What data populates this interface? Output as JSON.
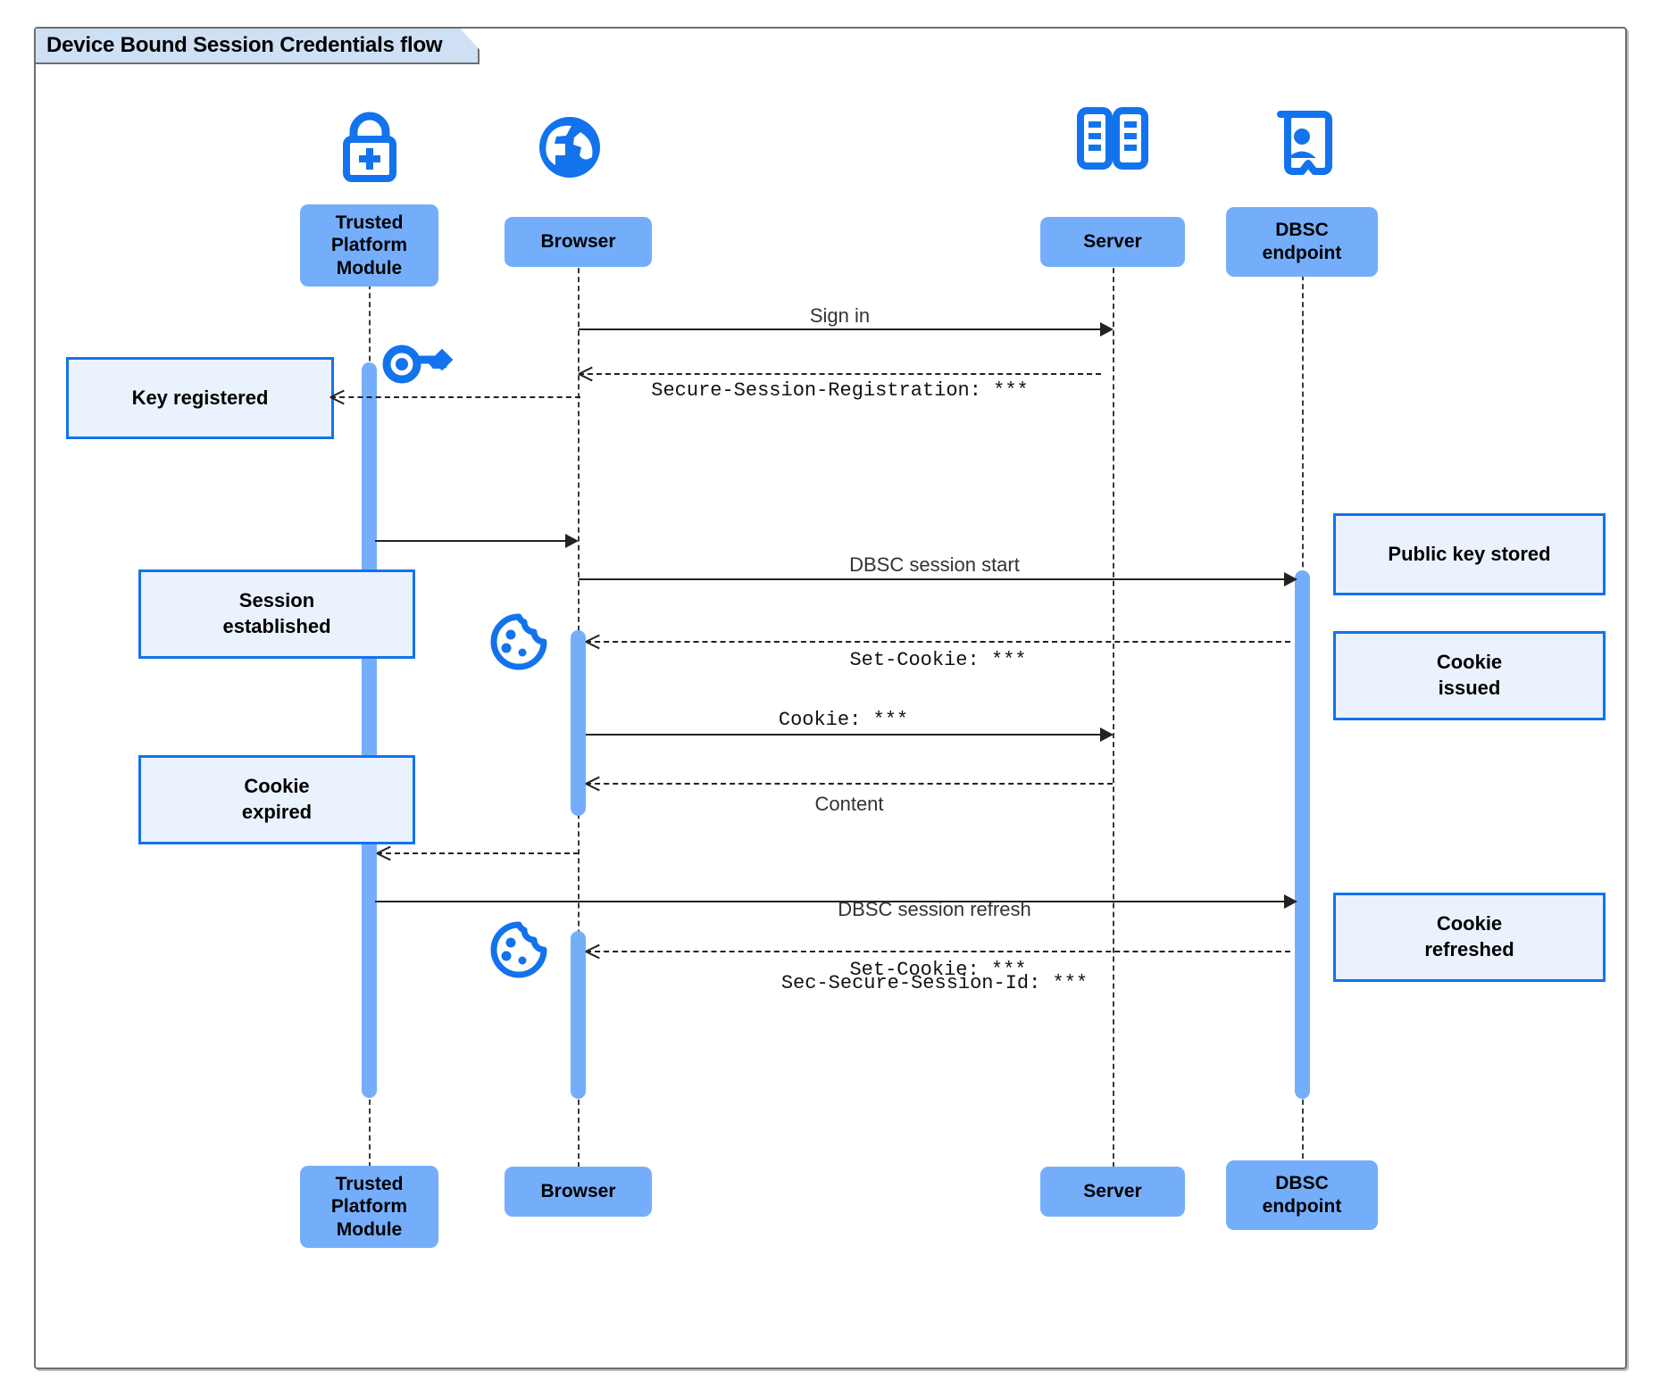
{
  "frame": {
    "title": "Device Bound Session Credentials flow"
  },
  "participants": [
    {
      "id": "tpm",
      "label": "Trusted\nPlatform\nModule",
      "icon": "padlock-plus-icon"
    },
    {
      "id": "browser",
      "label": "Browser",
      "icon": "globe-icon"
    },
    {
      "id": "server",
      "label": "Server",
      "icon": "server-rack-icon"
    },
    {
      "id": "dbsc",
      "label": "DBSC\nendpoint",
      "icon": "id-badge-icon"
    }
  ],
  "messages": [
    {
      "id": "m1",
      "label": "Sign in",
      "style": "solid",
      "from": "browser",
      "to": "server"
    },
    {
      "id": "m2",
      "label": "Secure-Session-Registration: ***",
      "style": "dotted",
      "from": "server",
      "to": "browser",
      "mono": true
    },
    {
      "id": "m3",
      "label": "",
      "style": "solid",
      "from": "tpm",
      "to": "browser"
    },
    {
      "id": "m4",
      "label": "DBSC session start",
      "style": "solid",
      "from": "browser",
      "to": "dbsc"
    },
    {
      "id": "m5",
      "label": "Set-Cookie: ***",
      "style": "dotted",
      "from": "dbsc",
      "to": "browser",
      "mono": true
    },
    {
      "id": "m6",
      "label": "Cookie: ***",
      "style": "solid",
      "from": "browser",
      "to": "server",
      "mono": true
    },
    {
      "id": "m7",
      "label": "Content",
      "style": "dotted",
      "from": "server",
      "to": "browser"
    },
    {
      "id": "m8",
      "label": "",
      "style": "dotted",
      "from": "browser",
      "to": "tpm"
    },
    {
      "id": "m9",
      "label_line1": "DBSC session refresh",
      "label_line2": "Sec-Secure-Session-Id: ***",
      "style": "solid",
      "from": "tpm",
      "to": "dbsc"
    },
    {
      "id": "m10",
      "label": "Set-Cookie: ***",
      "style": "dotted",
      "from": "dbsc",
      "to": "browser",
      "mono": true
    }
  ],
  "notes": [
    {
      "id": "n1",
      "text": "Key registered",
      "side": "left"
    },
    {
      "id": "n2",
      "text": "Session\nestablished",
      "side": "left"
    },
    {
      "id": "n3",
      "text": "Cookie\nexpired",
      "side": "left"
    },
    {
      "id": "n4",
      "text": "Public key stored",
      "side": "right"
    },
    {
      "id": "n5",
      "text": "Cookie\nissued",
      "side": "right"
    },
    {
      "id": "n6",
      "text": "Cookie\nrefreshed",
      "side": "right"
    }
  ],
  "inline_icons": [
    {
      "id": "key1",
      "icon": "key-icon"
    },
    {
      "id": "cookie1",
      "icon": "cookie-icon"
    },
    {
      "id": "cookie2",
      "icon": "cookie-icon"
    }
  ],
  "colors": {
    "participant_fill": "#74aefb",
    "icon_blue": "#1273ec",
    "note_fill": "#eaf2fd",
    "note_border": "#1273ec",
    "frame_border": "#6e6e6e",
    "tab_fill": "#cfe0f4",
    "line": "#222222"
  }
}
